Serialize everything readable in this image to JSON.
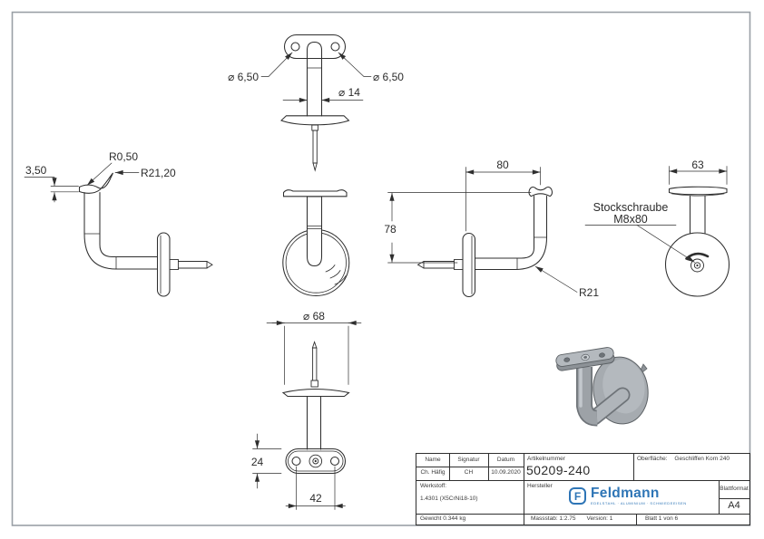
{
  "dimensions": {
    "top": {
      "hole_dia_left": "⌀ 6,50",
      "hole_dia_right": "⌀ 6,50",
      "post_dia": "⌀ 14"
    },
    "side_left": {
      "thickness": "3,50",
      "fillet_radius": "R0,50",
      "saddle_radius": "R21,20"
    },
    "side_right": {
      "reach": "80",
      "height": "78",
      "bend_radius": "R21"
    },
    "rear": {
      "saddle_width": "63",
      "screw_line1": "Stockschraube",
      "screw_line2": "M8x80"
    },
    "bottom": {
      "disc_dia": "⌀ 68",
      "plate_width": "24",
      "hole_spacing": "42"
    }
  },
  "title_block": {
    "headers": {
      "name": "Name",
      "signature": "Signatur",
      "date": "Datum",
      "article": "Artikelnummer",
      "surface": "Oberfläche:",
      "material": "Werkstoff:",
      "manufacturer": "Hersteller",
      "format": "Blattformat"
    },
    "values": {
      "name": "Ch. Häfig",
      "signature": "CH",
      "date": "10.09.2020",
      "article": "50209-240",
      "surface": "Geschliffen Korn 240",
      "material": "1.4301 (X5CrNi18-10)",
      "format": "A4",
      "weight": "Gewicht 0.344 kg",
      "scale": "Massstab: 1:2.75",
      "version": "Version: 1",
      "sheet": "Blatt 1 von 6"
    },
    "logo": {
      "mark": "F",
      "name": "Feldmann",
      "tagline": "EDELSTAHL · ALUMINIUM · SCHMIEDEEISEN"
    }
  },
  "colors": {
    "drawing_line": "#2f2f2f",
    "frame_gray": "#9aa0a6",
    "logo_blue": "#2e75b6",
    "render_gray": "#a8adb2"
  }
}
